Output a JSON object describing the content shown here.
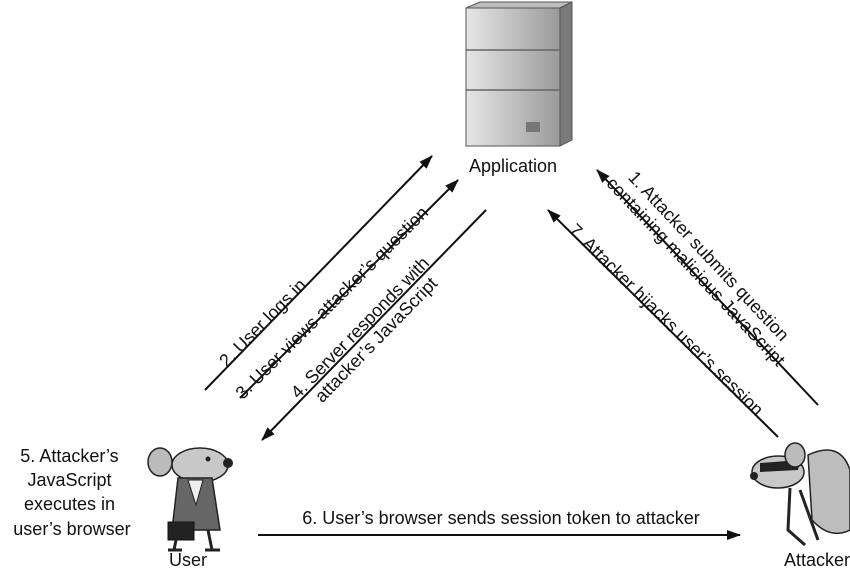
{
  "nodes": {
    "application": {
      "label": "Application",
      "icon": "server-icon"
    },
    "user": {
      "label": "User",
      "icon": "mouse-user-icon"
    },
    "attacker": {
      "label": "Attacker",
      "icon": "mouse-attacker-icon"
    }
  },
  "steps": {
    "s1": {
      "line1": "1. Attacker submits question",
      "line2": "containing malicious JavaScript"
    },
    "s2": "2. User logs in",
    "s3": "3. User views attacker’s question",
    "s4": {
      "line1": "4. Server responds with",
      "line2": "attacker’s JavaScript"
    },
    "s5": {
      "line1": "5. Attacker’s",
      "line2": "JavaScript",
      "line3": "executes in",
      "line4": "user’s browser"
    },
    "s6": "6. User’s browser sends session token to attacker",
    "s7": "7. Attacker hijacks user’s session"
  },
  "colors": {
    "ink": "#111111",
    "server_light": "#d9d9d9",
    "server_dark": "#8c8c8c"
  }
}
